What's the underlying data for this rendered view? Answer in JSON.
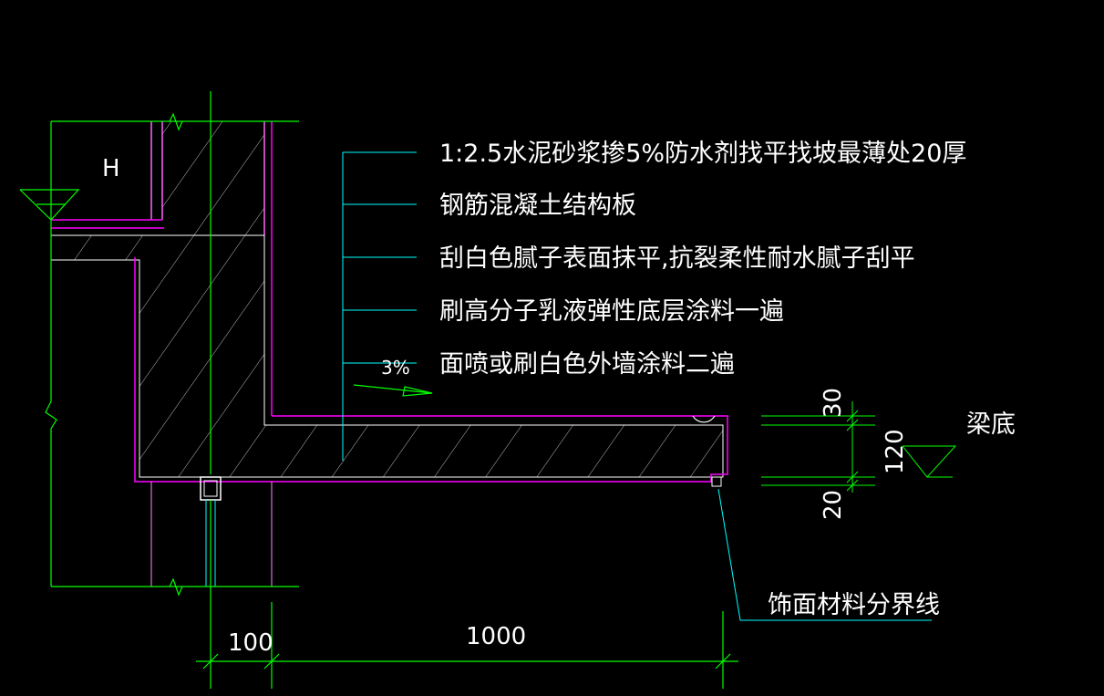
{
  "drawing": {
    "elevation_mark": "H",
    "notes": [
      "1:2.5水泥砂浆掺5%防水剂找平找坡最薄处20厚",
      "钢筋混凝土结构板",
      "刮白色腻子表面抹平,抗裂柔性耐水腻子刮平",
      "刷高分子乳液弹性底层涂料一遍",
      "面喷或刷白色外墙涂料二遍"
    ],
    "slope": "3%",
    "beam_bottom_label": "梁底",
    "finish_boundary_label": "饰面材料分界线",
    "dims": {
      "horizontal": [
        "100",
        "1000"
      ],
      "vertical": [
        "30",
        "120",
        "20"
      ]
    }
  },
  "colors": {
    "background": "#000000",
    "lines": "#00ff00",
    "outline": "#ff00ff",
    "leader": "#00ffff",
    "hatch": "#ffffff",
    "slope_text": "#ffff00",
    "text": "#ffffff"
  }
}
